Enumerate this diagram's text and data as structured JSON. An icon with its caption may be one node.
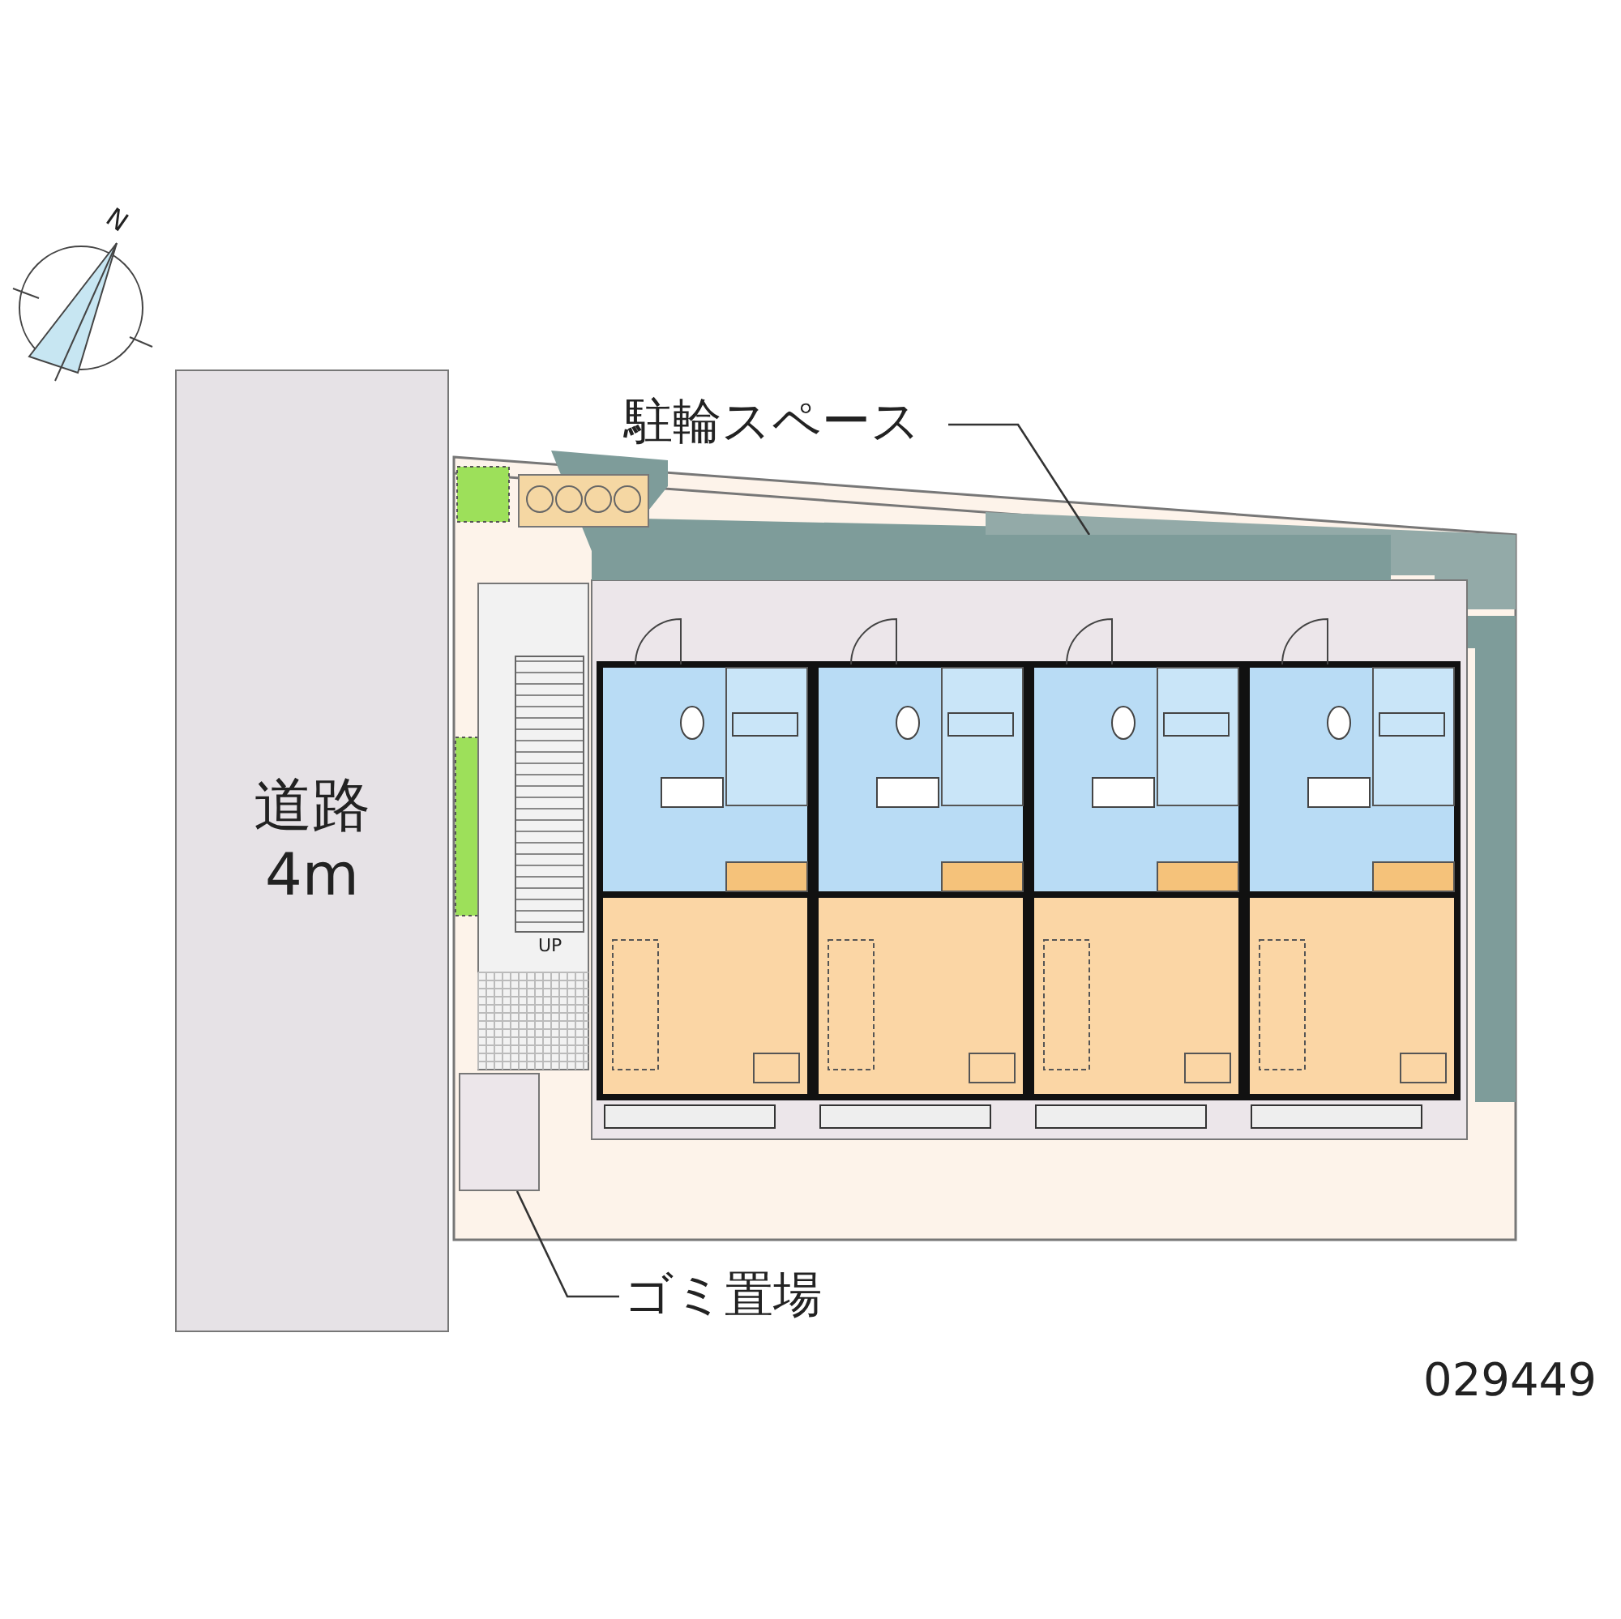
{
  "diagram": {
    "nodes": [
      {
        "text": [
          "道路",
          "4m"
        ]
      },
      {
        "text": [
          "駐輪スペース"
        ]
      },
      {
        "text": [],
        "shape": "box"
      },
      {
        "text": [
          "ゴミ置場"
        ]
      },
      {
        "text": [],
        "shape": "box"
      }
    ],
    "edges": [
      {
        "from": 1,
        "to": 2,
        "arrow": "none"
      },
      {
        "from": 3,
        "to": 4,
        "arrow": "none"
      }
    ],
    "labels": [
      "N",
      "UP",
      "029449"
    ]
  }
}
